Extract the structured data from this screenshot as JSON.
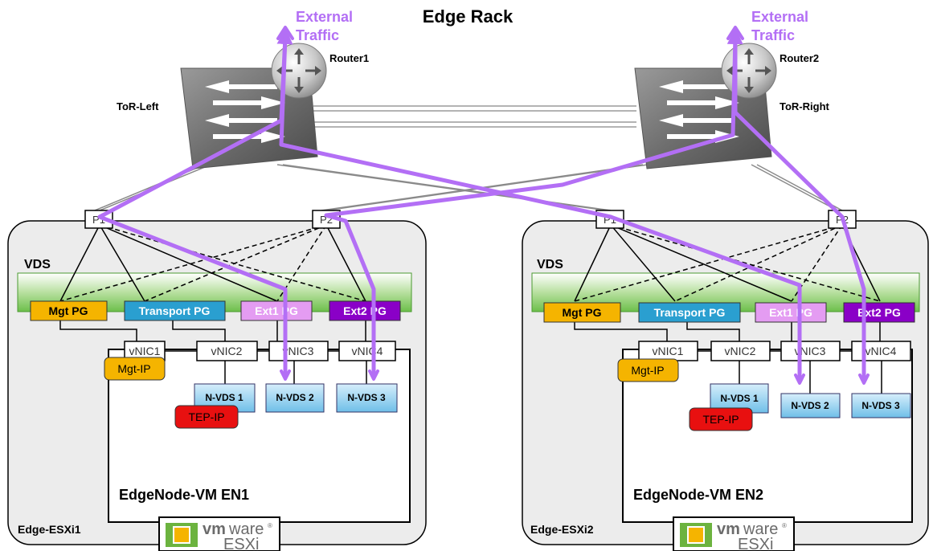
{
  "title": "Edge Rack",
  "external_traffic": [
    "External",
    "Traffic"
  ],
  "devices": {
    "router1": "Router1",
    "router2": "Router2",
    "tor_left": "ToR-Left",
    "tor_right": "ToR-Right"
  },
  "colors": {
    "traffic_path": "#b36ff5",
    "mgt_pg": "#f5b400",
    "transport_pg": "#2a9fd0",
    "ext1_pg": "#e49cf2",
    "ext2_pg": "#8a00c7",
    "tep_ip": "#e81010",
    "nvds": "#7fc6ee"
  },
  "hosts": [
    {
      "host_label": "Edge-ESXi1",
      "vm_label": "EdgeNode-VM EN1",
      "vds_label": "VDS",
      "ports": [
        "P1",
        "P2"
      ],
      "port_groups": [
        "Mgt PG",
        "Transport PG",
        "Ext1 PG",
        "Ext2 PG"
      ],
      "vnics": [
        "vNIC1",
        "vNIC2",
        "vNIC3",
        "vNIC4"
      ],
      "mgt_ip": "Mgt-IP",
      "tep_ip": "TEP-IP",
      "nvds": [
        "N-VDS 1",
        "N-VDS 2",
        "N-VDS 3"
      ],
      "logo": {
        "brand_vm": "vm",
        "brand_ware": "ware",
        "product": "ESXi",
        "registered": "®"
      }
    },
    {
      "host_label": "Edge-ESXi2",
      "vm_label": "EdgeNode-VM EN2",
      "vds_label": "VDS",
      "ports": [
        "P1",
        "P2"
      ],
      "port_groups": [
        "Mgt PG",
        "Transport PG",
        "Ext1 PG",
        "Ext2 PG"
      ],
      "vnics": [
        "vNIC1",
        "vNIC2",
        "vNIC3",
        "vNIC4"
      ],
      "mgt_ip": "Mgt-IP",
      "tep_ip": "TEP-IP",
      "nvds": [
        "N-VDS 1",
        "N-VDS 2",
        "N-VDS 3"
      ],
      "logo": {
        "brand_vm": "vm",
        "brand_ware": "ware",
        "product": "ESXi",
        "registered": "®"
      }
    }
  ]
}
